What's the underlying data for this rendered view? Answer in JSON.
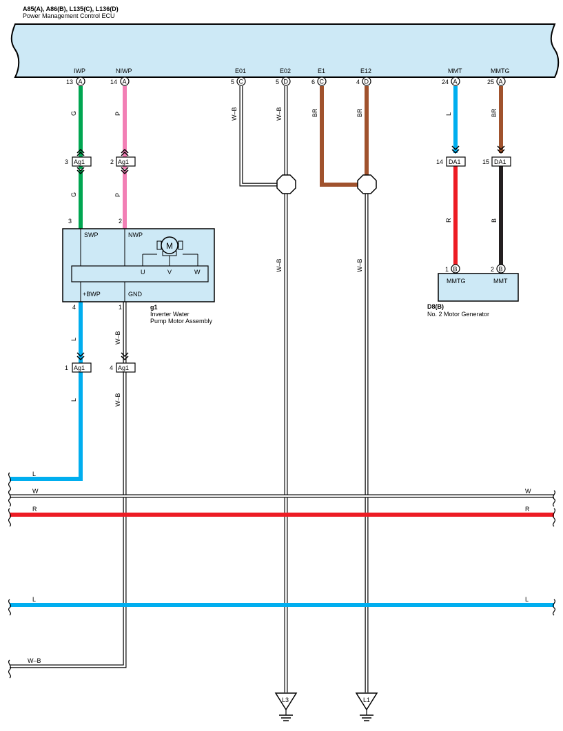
{
  "ecu": {
    "header": "A85(A), A86(B), L135(C), L136(D)",
    "name": "Power Management Control ECU",
    "terminals": [
      {
        "id": "iwp",
        "name": "IWP",
        "pin": "13",
        "conn": "A"
      },
      {
        "id": "niwp",
        "name": "NIWP",
        "pin": "14",
        "conn": "A"
      },
      {
        "id": "e01",
        "name": "E01",
        "pin": "5",
        "conn": "C"
      },
      {
        "id": "e02",
        "name": "E02",
        "pin": "5",
        "conn": "D"
      },
      {
        "id": "e1",
        "name": "E1",
        "pin": "6",
        "conn": "C"
      },
      {
        "id": "e12",
        "name": "E12",
        "pin": "4",
        "conn": "D"
      },
      {
        "id": "mmt",
        "name": "MMT",
        "pin": "24",
        "conn": "A"
      },
      {
        "id": "mmtg",
        "name": "MMTG",
        "pin": "25",
        "conn": "A"
      }
    ]
  },
  "wire_colors": {
    "G": "#00a651",
    "P": "#f27fb5",
    "L": "#00aeef",
    "BR": "#a0522d",
    "R": "#ed1c24",
    "B": "#231f20",
    "W": "#ffffff",
    "W-B": "#ffffff"
  },
  "wires": {
    "iwp_top": "G",
    "iwp_bottom": "G",
    "niwp_top": "P",
    "niwp_bottom": "P",
    "e01": "W–B",
    "e02_top": "W–B",
    "e02_bottom": "W–B",
    "e1": "BR",
    "e12_top": "BR",
    "e12_bottom": "W–B",
    "mmt_top": "L",
    "mmt_bottom": "R",
    "mmtg_top": "BR",
    "mmtg_bottom": "B",
    "bwp_top": "L",
    "bwp_bottom": "L",
    "gnd_top": "W–B",
    "gnd_bottom": "W–B"
  },
  "connectors": {
    "ag1_3": {
      "pin": "3",
      "name": "Ag1"
    },
    "ag1_2": {
      "pin": "2",
      "name": "Ag1"
    },
    "ag1_1": {
      "pin": "1",
      "name": "Ag1"
    },
    "ag1_4": {
      "pin": "4",
      "name": "Ag1"
    },
    "da1_14": {
      "pin": "14",
      "name": "DA1"
    },
    "da1_15": {
      "pin": "15",
      "name": "DA1"
    }
  },
  "pump": {
    "code": "g1",
    "name_line1": "Inverter Water",
    "name_line2": "Pump Motor Assembly",
    "pins": {
      "swp": "3",
      "nwp": "2",
      "bwp": "4",
      "gnd": "1"
    },
    "terminals": {
      "swp": "SWP",
      "nwp": "NWP",
      "bwp": "+BWP",
      "gnd": "GND"
    },
    "motor_label": "M",
    "phases": [
      "U",
      "V",
      "W"
    ]
  },
  "generator": {
    "code": "D8(B)",
    "name": "No.  2 Motor Generator",
    "terminals": [
      {
        "id": "mmtg",
        "name": "MMTG",
        "pin": "1",
        "conn": "B"
      },
      {
        "id": "mmt",
        "name": "MMT",
        "pin": "2",
        "conn": "B"
      }
    ]
  },
  "buses": {
    "l_upper_left": "L",
    "w_left": "W",
    "w_right": "W",
    "r_left": "R",
    "r_right": "R",
    "l_lower_left": "L",
    "l_lower_right": "L",
    "wb_left": "W–B"
  },
  "grounds": {
    "l3": "L3",
    "l1": "L1"
  }
}
